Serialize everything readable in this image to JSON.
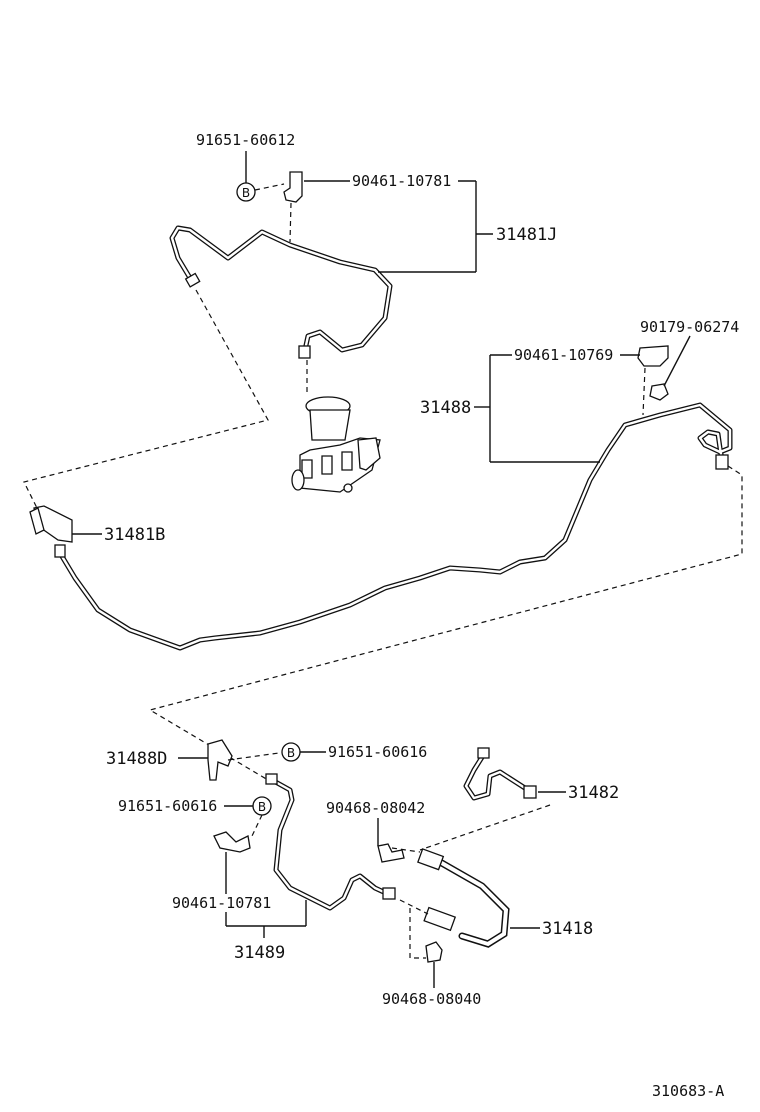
{
  "parts": {
    "p91651_60612": "91651-60612",
    "p90461_10781_top": "90461-10781",
    "p31481J": "31481J",
    "p90461_10769": "90461-10769",
    "p90179_06274": "90179-06274",
    "p31488": "31488",
    "p31481B": "31481B",
    "p31488D": "31488D",
    "p91651_60616_right": "91651-60616",
    "p91651_60616_left": "91651-60616",
    "p90468_08042": "90468-08042",
    "p31482": "31482",
    "p90461_10781_bottom": "90461-10781",
    "p31418": "31418",
    "p31489": "31489",
    "p90468_08040": "90468-08040"
  },
  "callout_letter": "B",
  "diagram_code": "310683-A"
}
